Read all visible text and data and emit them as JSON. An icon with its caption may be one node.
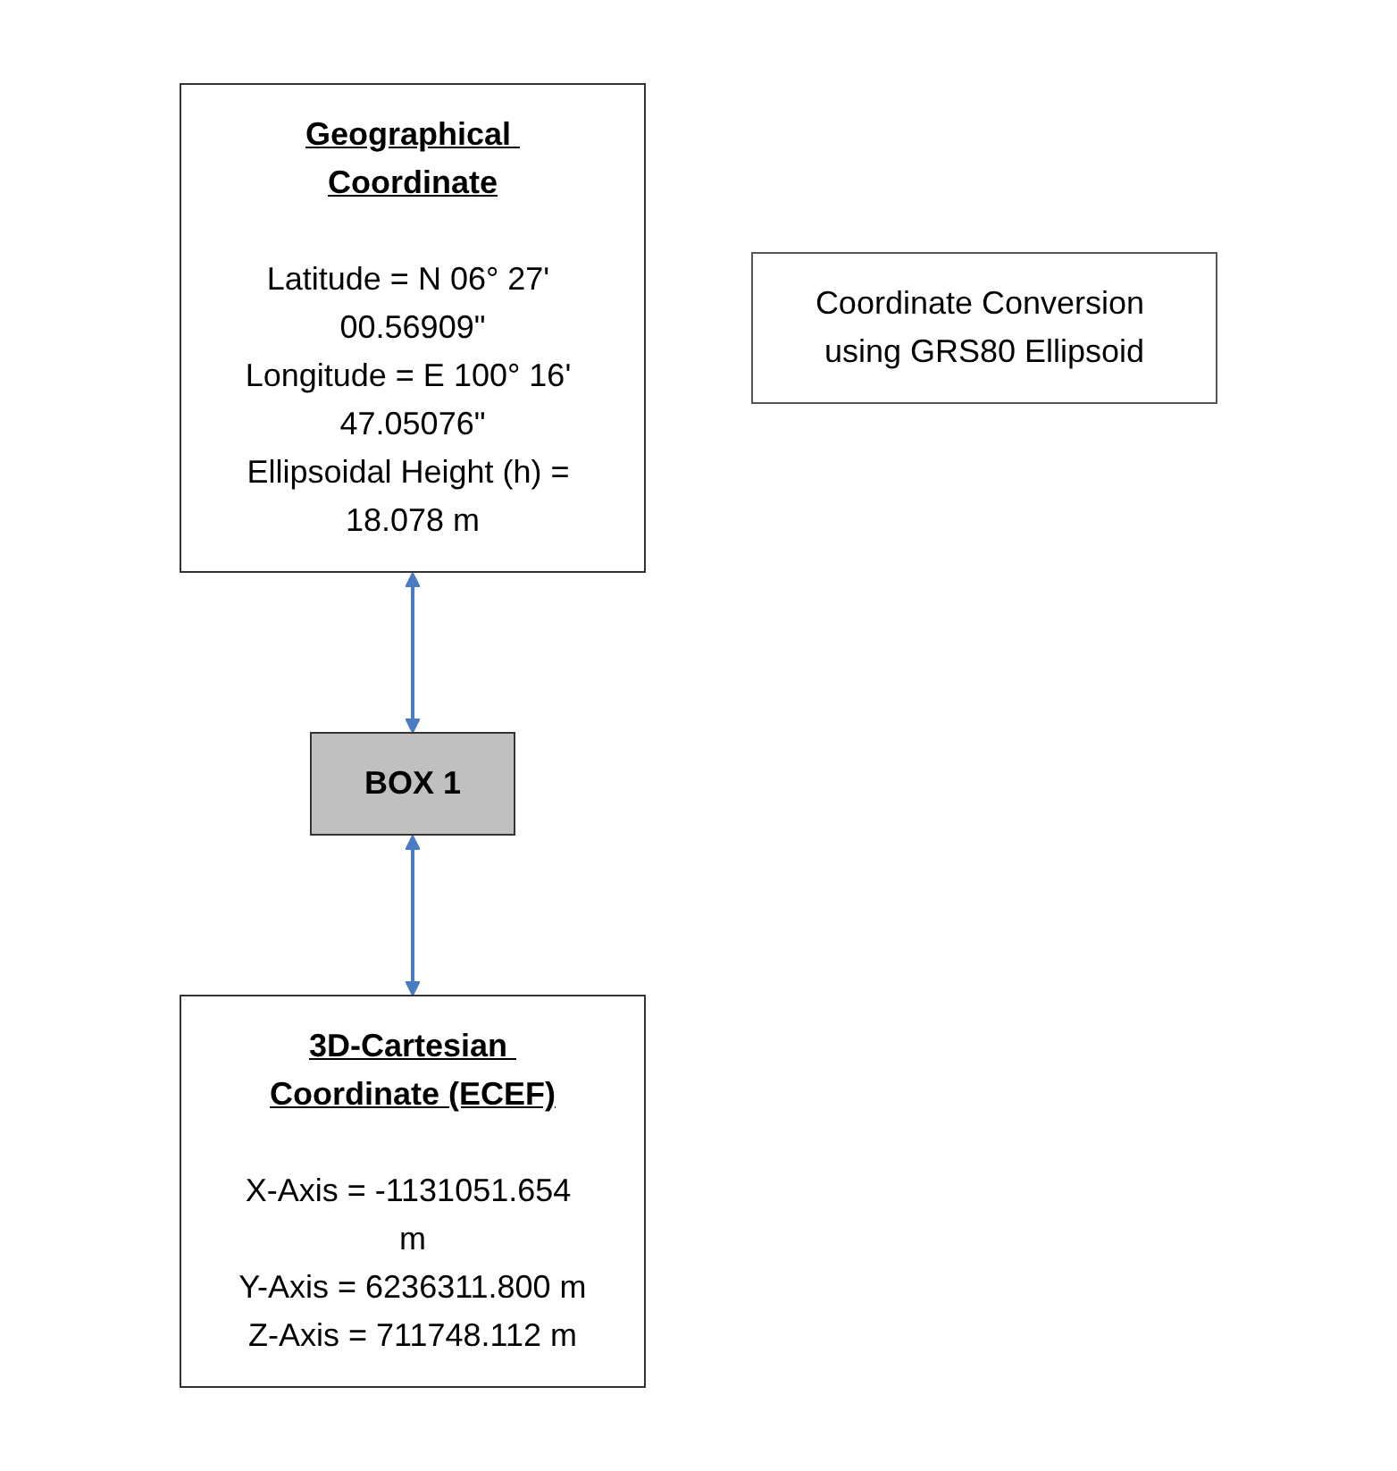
{
  "diagram": {
    "nodes": [
      {
        "text": [
          "Geographical Coordinate",
          "Latitude = N 06° 27' 00.56909\"",
          "Longitude = E 100° 16' 47.05076\"",
          "Ellipsoidal Height (h) = 18.078 m"
        ]
      },
      {
        "text": [
          "BOX 1"
        ]
      },
      {
        "text": [
          "Coordinate Conversion using GRS80 Ellipsoid"
        ]
      },
      {
        "text": [
          "3D-Cartesian Coordinate (ECEF)",
          "X-Axis = -1131051.654 m",
          "Y-Axis = 6236311.800 m",
          "Z-Axis = 711748.112 m"
        ]
      }
    ],
    "edges": [
      {
        "from": 0,
        "to": 1,
        "arrow": "both"
      },
      {
        "from": 1,
        "to": 3,
        "arrow": "both"
      }
    ]
  }
}
